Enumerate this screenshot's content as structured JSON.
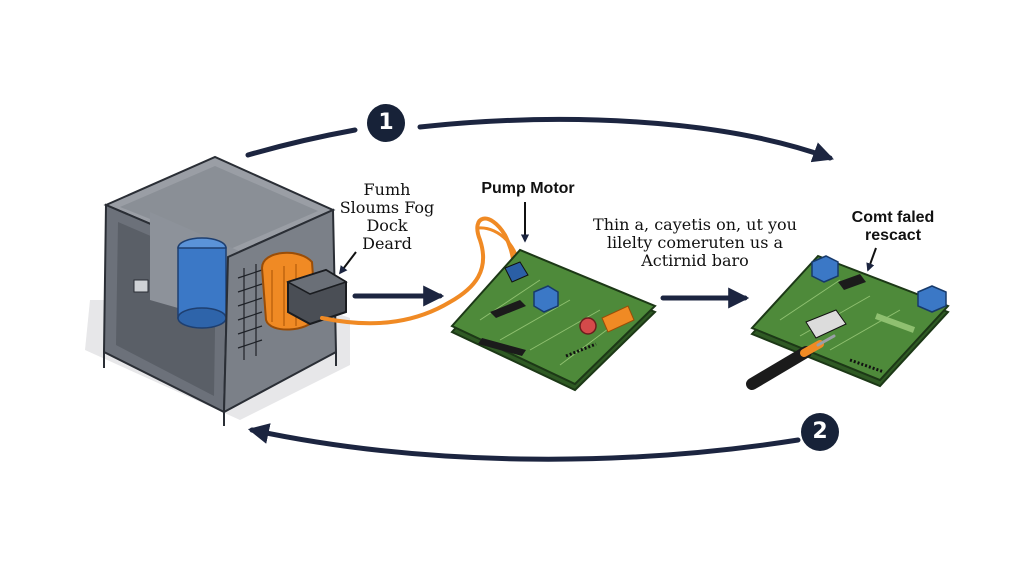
{
  "step_markers": {
    "top": "1",
    "bottom": "2"
  },
  "labels": {
    "unit_caption": [
      "Fumh",
      "Sloums Fog",
      "Dock",
      "Deard"
    ],
    "pump_motor": "Pump Motor",
    "middle_caption": [
      "Thin a, cayetis on, ut you",
      "lilelty comeruten us a",
      "Actirnid baro"
    ],
    "right_caption": [
      "Comt faled",
      "rescact"
    ]
  },
  "colors": {
    "arrow": "#1c2540",
    "board_green": "#4e8a3a",
    "board_edge": "#2f5a24",
    "orange": "#f08a24",
    "blue": "#3b78c6",
    "housing": "#7b8088"
  }
}
